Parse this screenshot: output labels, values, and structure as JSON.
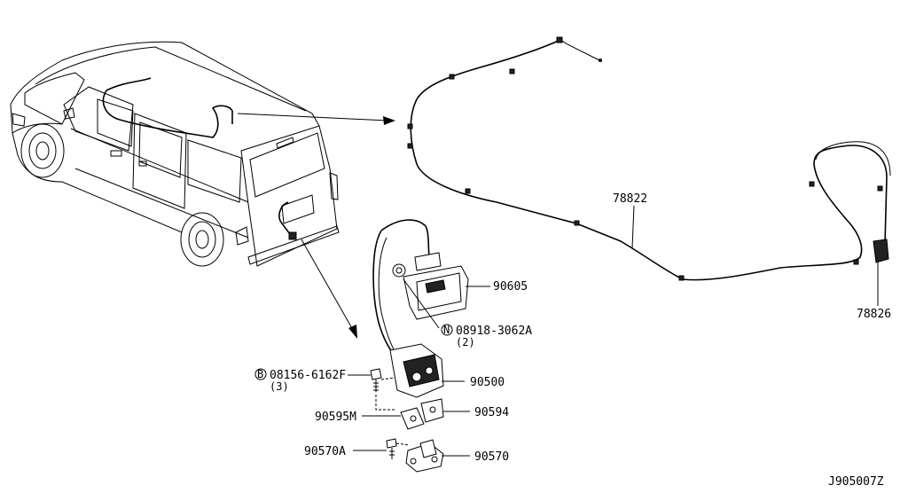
{
  "diagram_id": "J905007Z",
  "parts": {
    "p78822": "78822",
    "p78826": "78826",
    "p90605": "90605",
    "p08918": "08918-3062A",
    "p08918_qty": "(2)",
    "p08918_symbol": "N",
    "p08156": "08156-6162F",
    "p08156_qty": "(3)",
    "p08156_symbol": "B",
    "p90500": "90500",
    "p90595M": "90595M",
    "p90594": "90594",
    "p90570A": "90570A",
    "p90570": "90570"
  }
}
